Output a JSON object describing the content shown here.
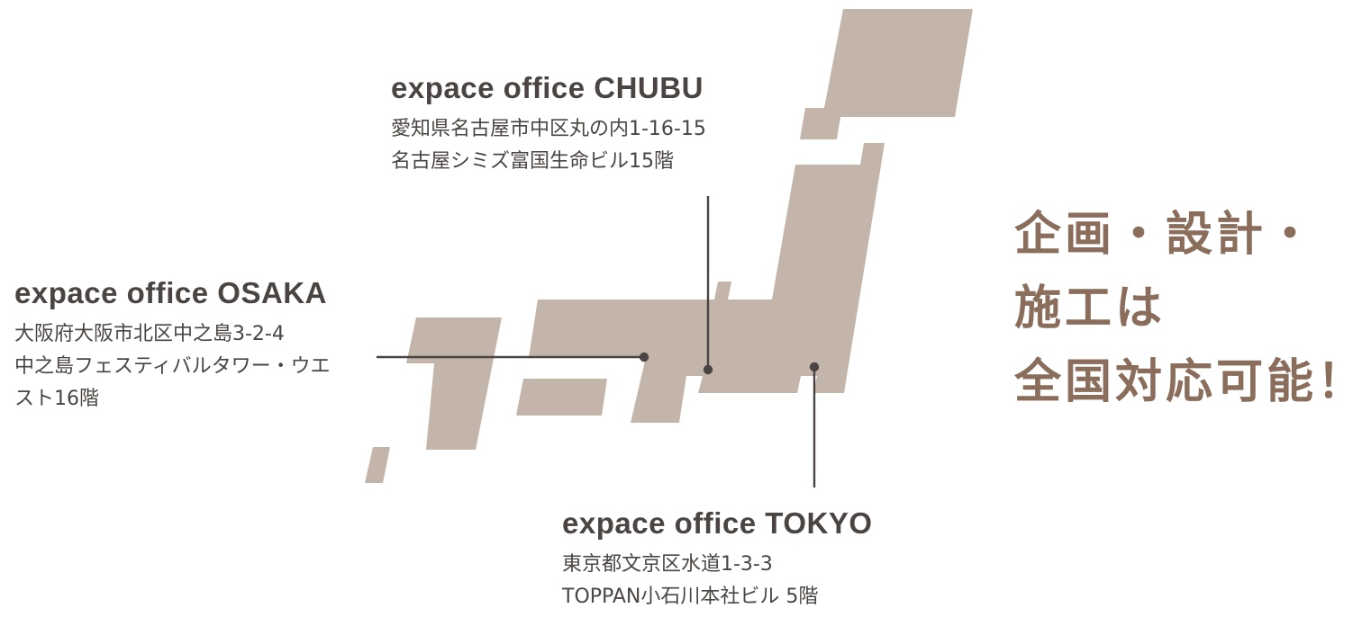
{
  "colors": {
    "map_fill": "#c4b5ab",
    "text": "#4a4542",
    "accent": "#8a6d5b",
    "leader_line": "#4a4542"
  },
  "offices": {
    "chubu": {
      "name": "expace office CHUBU",
      "address_line1": "愛知県名古屋市中区丸の内1-16-15",
      "address_line2": "名古屋シミズ富国生命ビル15階"
    },
    "osaka": {
      "name": "expace office OSAKA",
      "address_line1": "大阪府大阪市北区中之島3-2-4",
      "address_line2": "中之島フェスティバルタワー・ウエ",
      "address_line3": "スト16階"
    },
    "tokyo": {
      "name": "expace office TOKYO",
      "address_line1": "東京都文京区水道1-3-3",
      "address_line2": "TOPPAN小石川本社ビル 5階"
    }
  },
  "catchphrase": {
    "line1": "企画・設計・",
    "line2": "施工は",
    "line3": "全国対応可能！"
  }
}
